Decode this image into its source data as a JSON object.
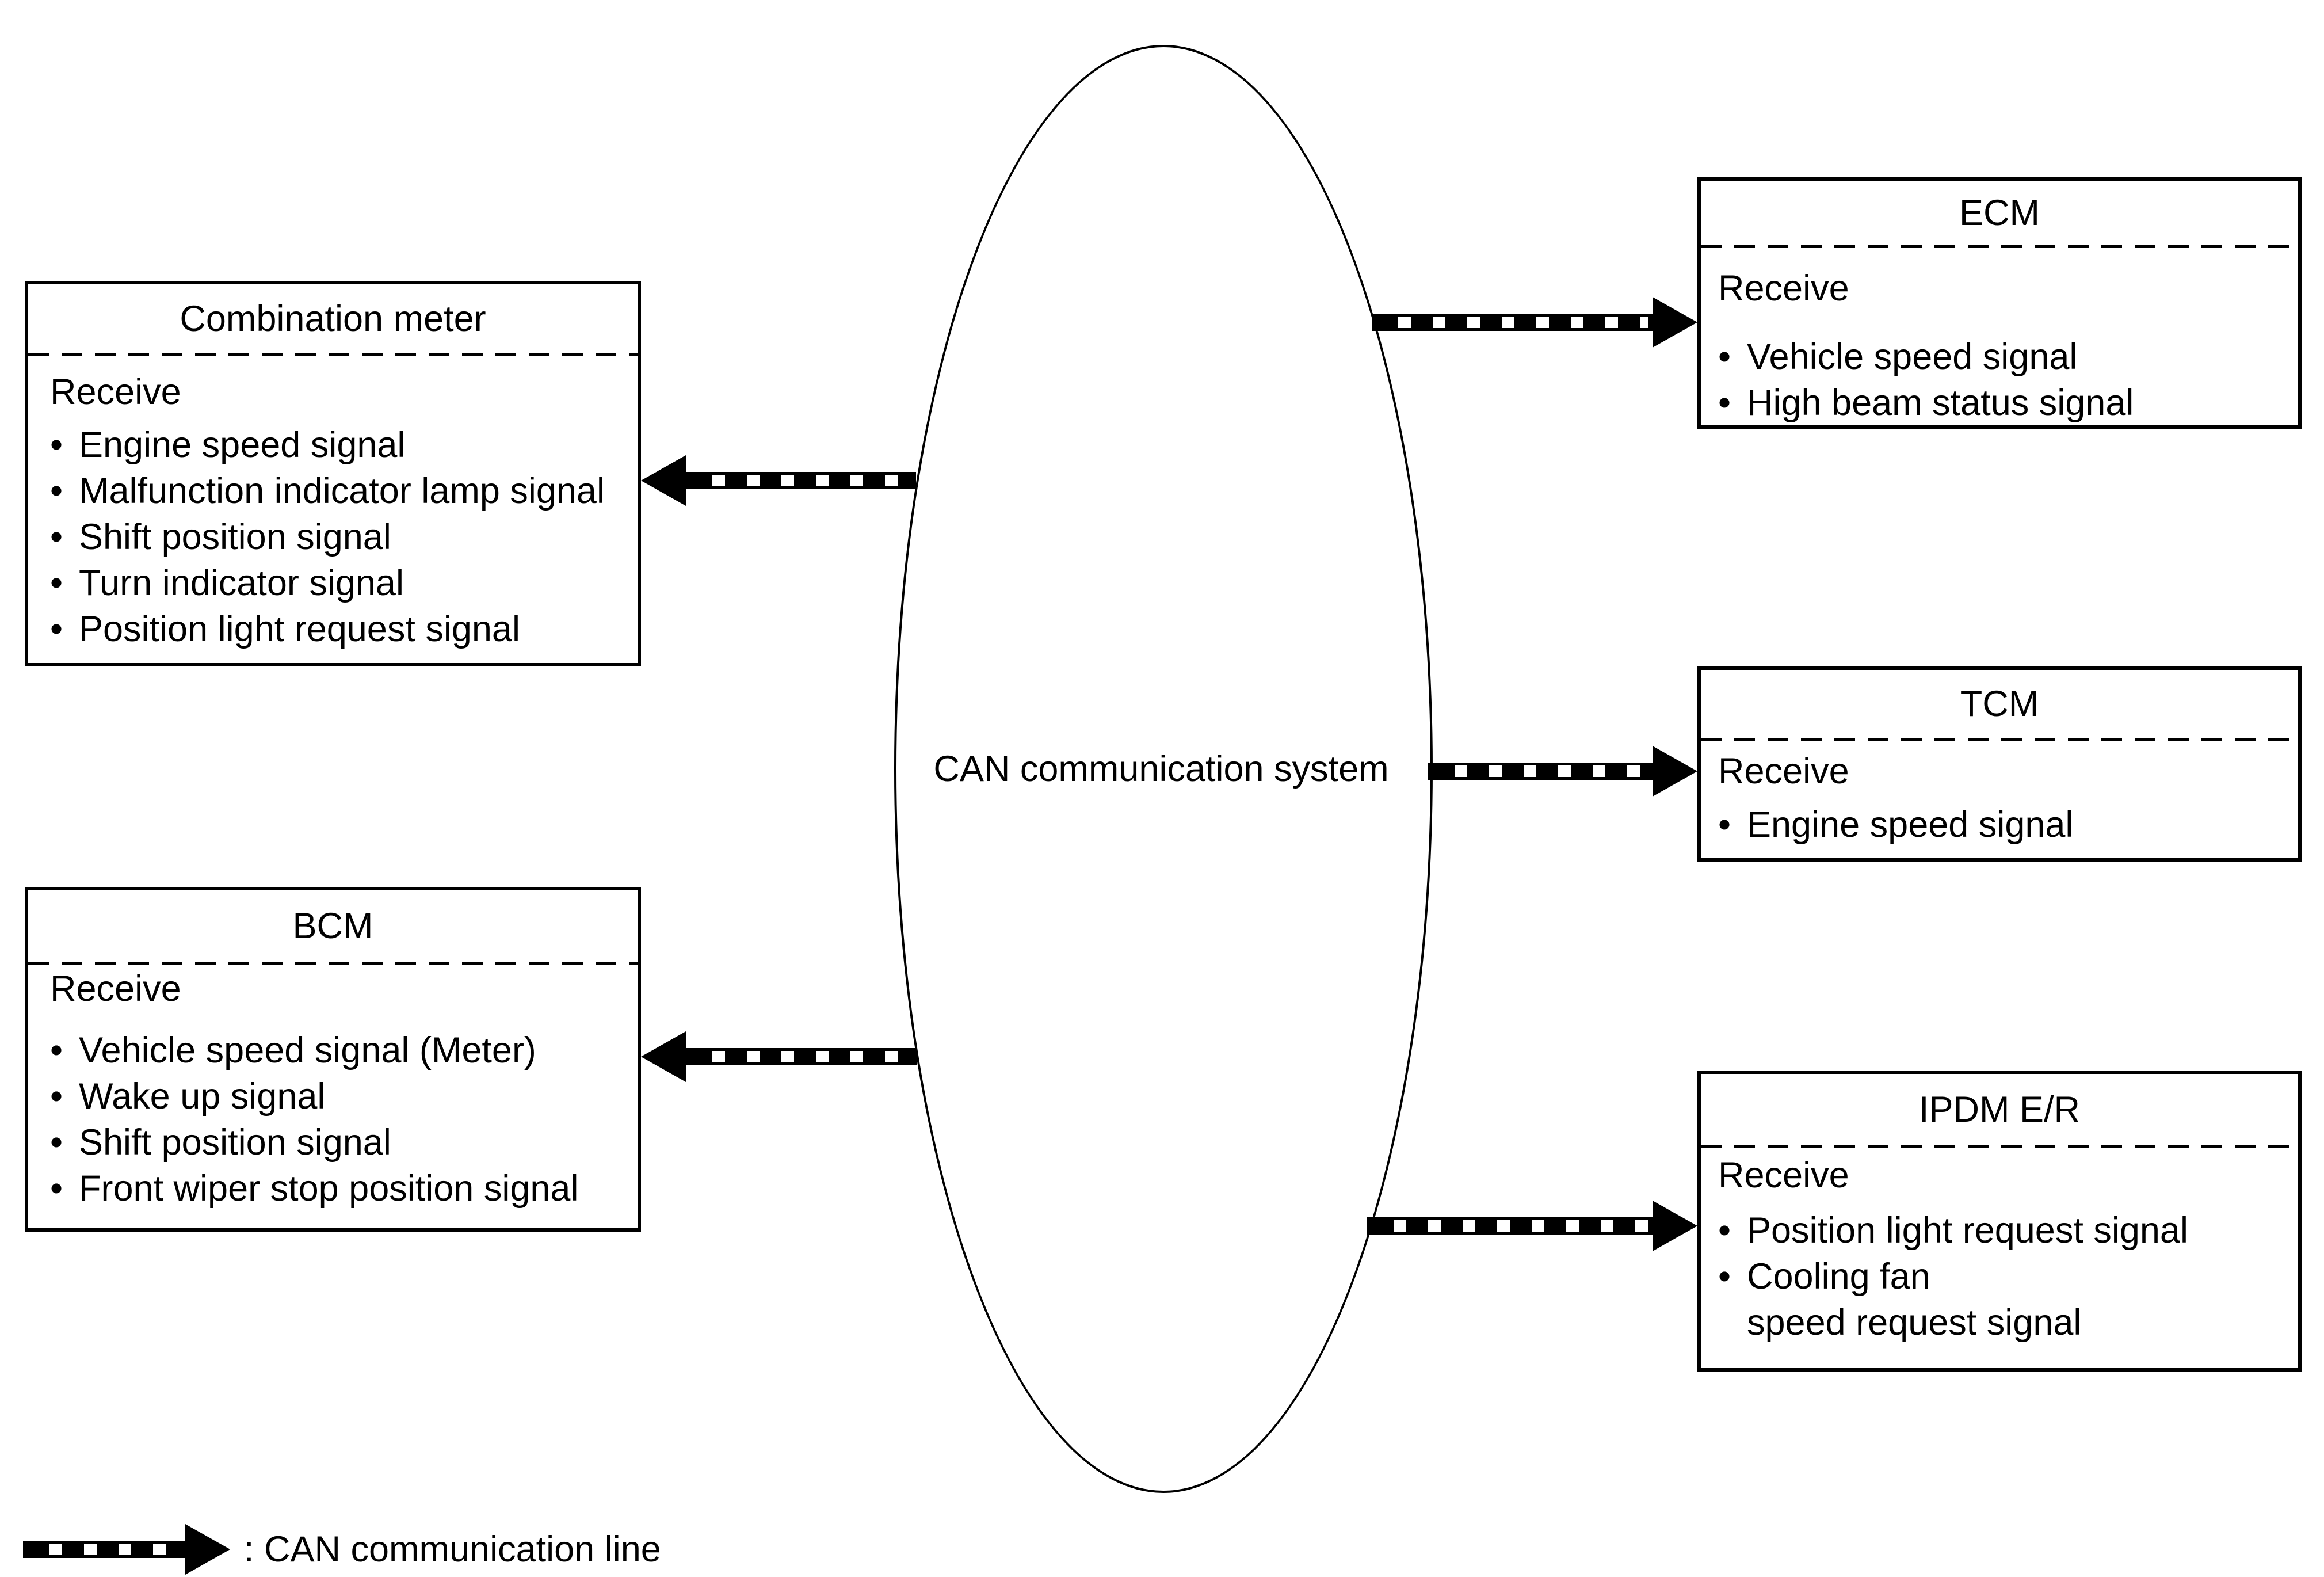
{
  "diagram": {
    "center_label": "CAN communication system",
    "bullet_char": "•",
    "colors": {
      "ink": "#000000",
      "paper": "#ffffff"
    },
    "nodes": {
      "combination_meter": {
        "title": "Combination meter",
        "receive": "Receive",
        "signals": [
          {
            "bullet": true,
            "text": "Engine speed signal"
          },
          {
            "bullet": true,
            "text": "Malfunction indicator lamp signal"
          },
          {
            "bullet": true,
            "text": "Shift position signal"
          },
          {
            "bullet": true,
            "text": "Turn indicator signal"
          },
          {
            "bullet": true,
            "text": "Position light request signal"
          }
        ]
      },
      "ecm": {
        "title": "ECM",
        "receive": "Receive",
        "signals": [
          {
            "bullet": true,
            "text": "Vehicle speed signal"
          },
          {
            "bullet": true,
            "text": "High beam status signal"
          }
        ]
      },
      "tcm": {
        "title": "TCM",
        "receive": "Receive",
        "signals": [
          {
            "bullet": true,
            "text": "Engine speed signal"
          }
        ]
      },
      "bcm": {
        "title": "BCM",
        "receive": "Receive",
        "signals": [
          {
            "bullet": true,
            "text": "Vehicle speed signal (Meter)"
          },
          {
            "bullet": true,
            "text": "Wake up signal"
          },
          {
            "bullet": true,
            "text": "Shift position signal"
          },
          {
            "bullet": true,
            "text": "Front wiper stop position signal"
          }
        ]
      },
      "ipdm": {
        "title": "IPDM E/R",
        "receive": "Receive",
        "signals": [
          {
            "bullet": true,
            "text": "Position light request signal"
          },
          {
            "bullet": true,
            "text": "Cooling fan"
          },
          {
            "bullet": false,
            "text": "speed request signal"
          }
        ]
      }
    },
    "legend": {
      "label": ": CAN communication line"
    }
  }
}
